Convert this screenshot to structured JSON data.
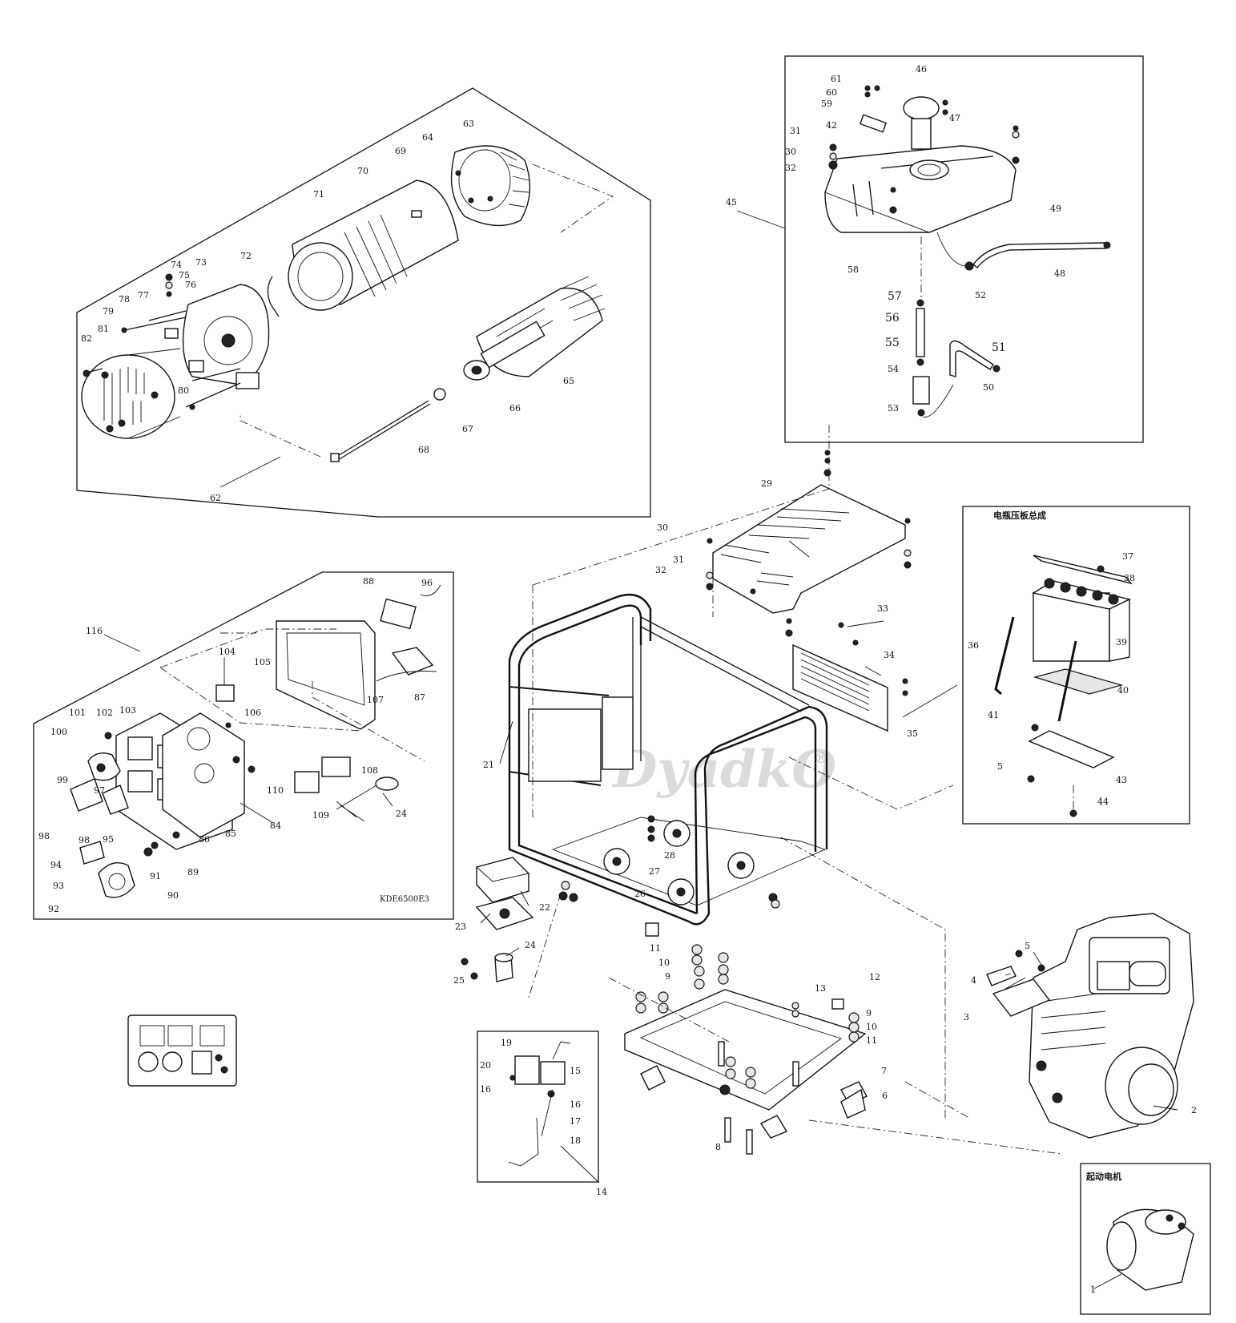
{
  "watermark": {
    "text": "DyadkO",
    "mark": "®"
  },
  "groups": {
    "engine_starter_title": "起动电机",
    "battery_clamp_title": "电瓶压板总成",
    "panel_model": "KDE6500E3"
  },
  "callouts": {
    "c1": "1",
    "c2": "2",
    "c3": "3",
    "c4": "4",
    "c5a": "5",
    "c5b": "5",
    "c6": "6",
    "c7": "7",
    "c8": "8",
    "c9a": "9",
    "c9b": "9",
    "c10a": "10",
    "c10b": "10",
    "c11a": "11",
    "c11b": "11",
    "c12": "12",
    "c13": "13",
    "c14": "14",
    "c15": "15",
    "c16a": "16",
    "c16b": "16",
    "c17": "17",
    "c18": "18",
    "c19": "19",
    "c20": "20",
    "c21": "21",
    "c22": "22",
    "c23": "23",
    "c24a": "24",
    "c24b": "24",
    "c25": "25",
    "c26": "26",
    "c27": "27",
    "c28": "28",
    "c29": "29",
    "c30a": "30",
    "c30b": "30",
    "c31a": "31",
    "c31b": "31",
    "c32a": "32",
    "c32b": "32",
    "c33": "33",
    "c34": "34",
    "c35": "35",
    "c36": "36",
    "c37": "37",
    "c38": "38",
    "c39": "39",
    "c40": "40",
    "c41": "41",
    "c42": "42",
    "c43": "43",
    "c44": "44",
    "c45": "45",
    "c46": "46",
    "c47": "47",
    "c48": "48",
    "c49": "49",
    "c50": "50",
    "c51": "51",
    "c52": "52",
    "c53": "53",
    "c54": "54",
    "c55": "55",
    "c56": "56",
    "c57": "57",
    "c58": "58",
    "c59": "59",
    "c60": "60",
    "c61": "61",
    "c62": "62",
    "c63": "63",
    "c64": "64",
    "c65": "65",
    "c66": "66",
    "c67": "67",
    "c68": "68",
    "c69": "69",
    "c70": "70",
    "c71": "71",
    "c72": "72",
    "c73": "73",
    "c74": "74",
    "c75": "75",
    "c76": "76",
    "c77": "77",
    "c78": "78",
    "c79": "79",
    "c80": "80",
    "c81": "81",
    "c82": "82",
    "c84": "84",
    "c85": "85",
    "c86": "86",
    "c87": "87",
    "c88": "88",
    "c89": "89",
    "c90": "90",
    "c91": "91",
    "c92": "92",
    "c93": "93",
    "c94": "94",
    "c95": "95",
    "c96": "96",
    "c97": "97",
    "c98a": "98",
    "c98b": "98",
    "c99": "99",
    "c100": "100",
    "c101": "101",
    "c102": "102",
    "c103": "103",
    "c104": "104",
    "c105": "105",
    "c106": "106",
    "c107": "107",
    "c108": "108",
    "c109": "109",
    "c110": "110",
    "c116": "116"
  }
}
